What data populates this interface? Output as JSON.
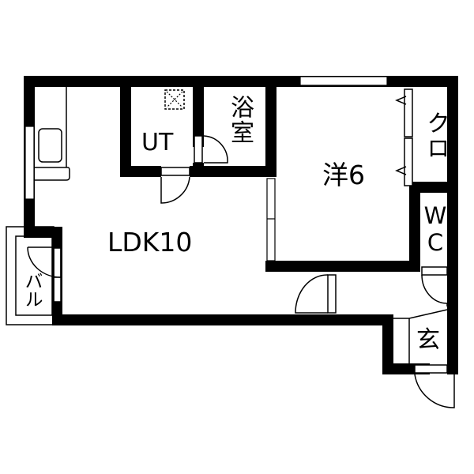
{
  "plan": {
    "colors": {
      "wall": "#000000",
      "background": "#ffffff",
      "line": "#000000"
    },
    "rooms": [
      {
        "id": "ldk",
        "label": "LDK10",
        "type": "living-dining-kitchen",
        "size_jo": 10
      },
      {
        "id": "western",
        "label": "洋6",
        "type": "western-room",
        "size_jo": 6
      },
      {
        "id": "ut",
        "label": "UT",
        "type": "utility"
      },
      {
        "id": "bath",
        "label": "浴室",
        "type": "bathroom"
      },
      {
        "id": "closet",
        "label": "クロ",
        "type": "closet"
      },
      {
        "id": "wc",
        "label": "WC",
        "type": "toilet"
      },
      {
        "id": "entrance",
        "label": "玄",
        "type": "entrance"
      },
      {
        "id": "balcony",
        "label": "バル",
        "type": "balcony"
      }
    ]
  }
}
